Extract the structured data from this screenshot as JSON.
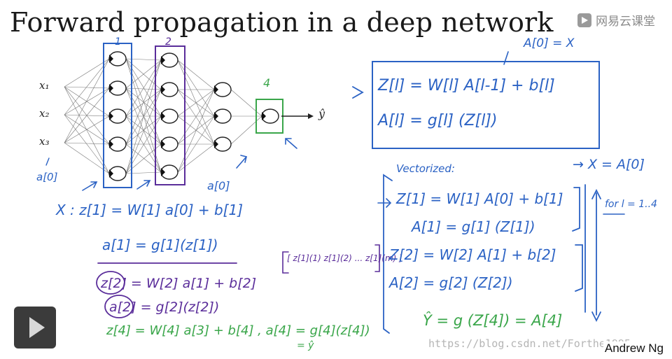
{
  "slide": {
    "title": "Forward propagation in a deep network",
    "logo_text": "网易云课堂",
    "logo_icon": "play-logo-icon",
    "author": "Andrew Ng",
    "watermark": "https://blog.csdn.net/Forthe1995"
  },
  "network": {
    "inputs": [
      "x₁",
      "x₂",
      "x₃"
    ],
    "output_label": "ŷ",
    "input_annotation": "a[0]",
    "layer_labels": [
      "1",
      "2",
      "4"
    ],
    "layer_colors": {
      "layer1": "#2b62c4",
      "layer2": "#5a2d9a",
      "layer4": "#3aa64a"
    }
  },
  "general_box": {
    "note": "A[0] = X",
    "eq1": "Z[l] = W[l] A[l-1] + b[l]",
    "eq2": "A[l] = g[l] (Z[l])"
  },
  "left_equations": {
    "x_line": "X :  z[1] = W[1] a[0] + b[1]",
    "a0_note": "a[0]",
    "a1": "a[1] = g[1](z[1])",
    "z2": "z[2] = W[2] a[1] + b[2]",
    "a2": "a[2] = g[2](z[2])",
    "z4": "z[4] = W[4] a[3] + b[4] ,  a[4] = g[4](z[4])",
    "yhat": "= ŷ",
    "stack": "[ z[1](1)  z[1](2) ... z[1](m) ]"
  },
  "vectorized": {
    "heading": "Vectorized:",
    "x_eq": "→ X = A[0]",
    "z1": "Z[1] = W[1] A[0] + b[1]",
    "a1": "A[1] = g[1] (Z[1])",
    "z2": "Z[2] = W[2] A[1] + b[2]",
    "a2": "A[2] = g[2] (Z[2])",
    "yhat": "Ŷ = g (Z[4]) = A[4]",
    "loop": "for l = 1..4"
  },
  "player": {
    "play_label": "play"
  }
}
